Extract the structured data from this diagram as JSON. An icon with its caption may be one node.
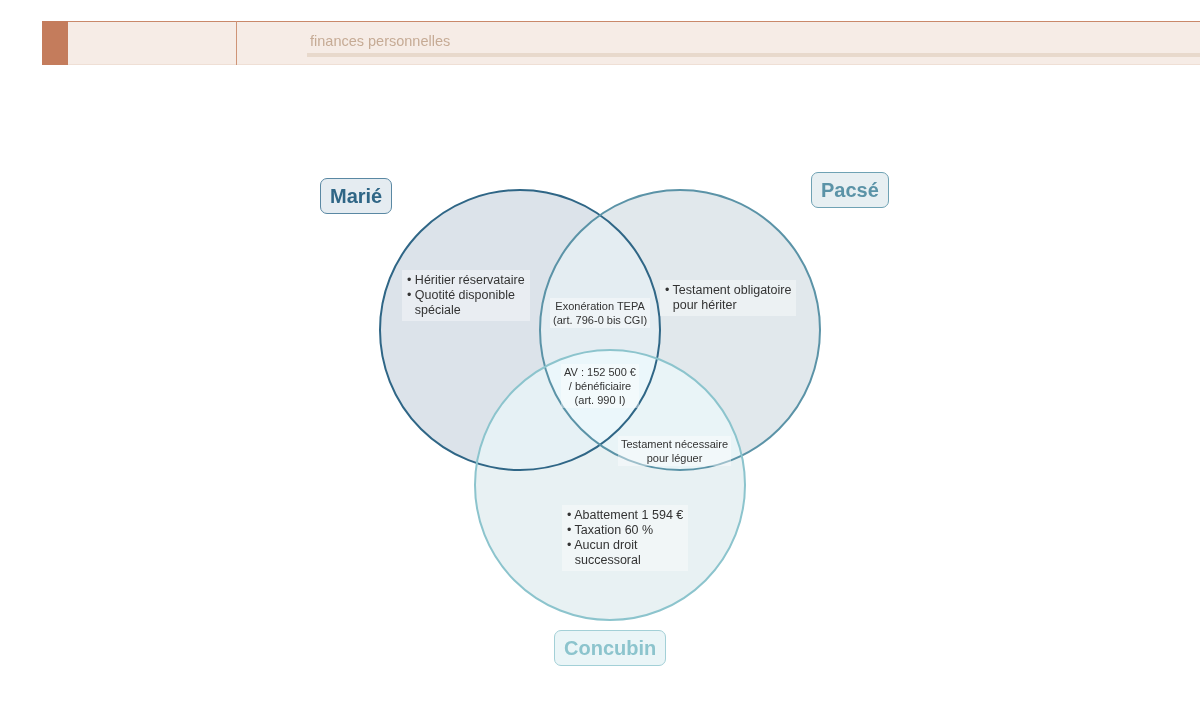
{
  "diagram": {
    "nodes": [
      {
        "text": [
          "Marié",
          "• Héritier réservataire",
          "• Quotité disponible spéciale"
        ]
      },
      {
        "text": [
          "Pacsé",
          "• Testament obligatoire pour hériter"
        ]
      },
      {
        "text": [
          "• Abattement 1 594 €",
          "• Taxation 60 %",
          "• Aucun droit successoral",
          "Concubin"
        ]
      }
    ],
    "labels": [
      "finances personnelles",
      "Exonération TEPA (art. 796-0 bis CGI)",
      "AV : 152 500 € / bénéficiaire (art. 990 I)",
      "Testament nécessaire pour léguer"
    ]
  }
}
